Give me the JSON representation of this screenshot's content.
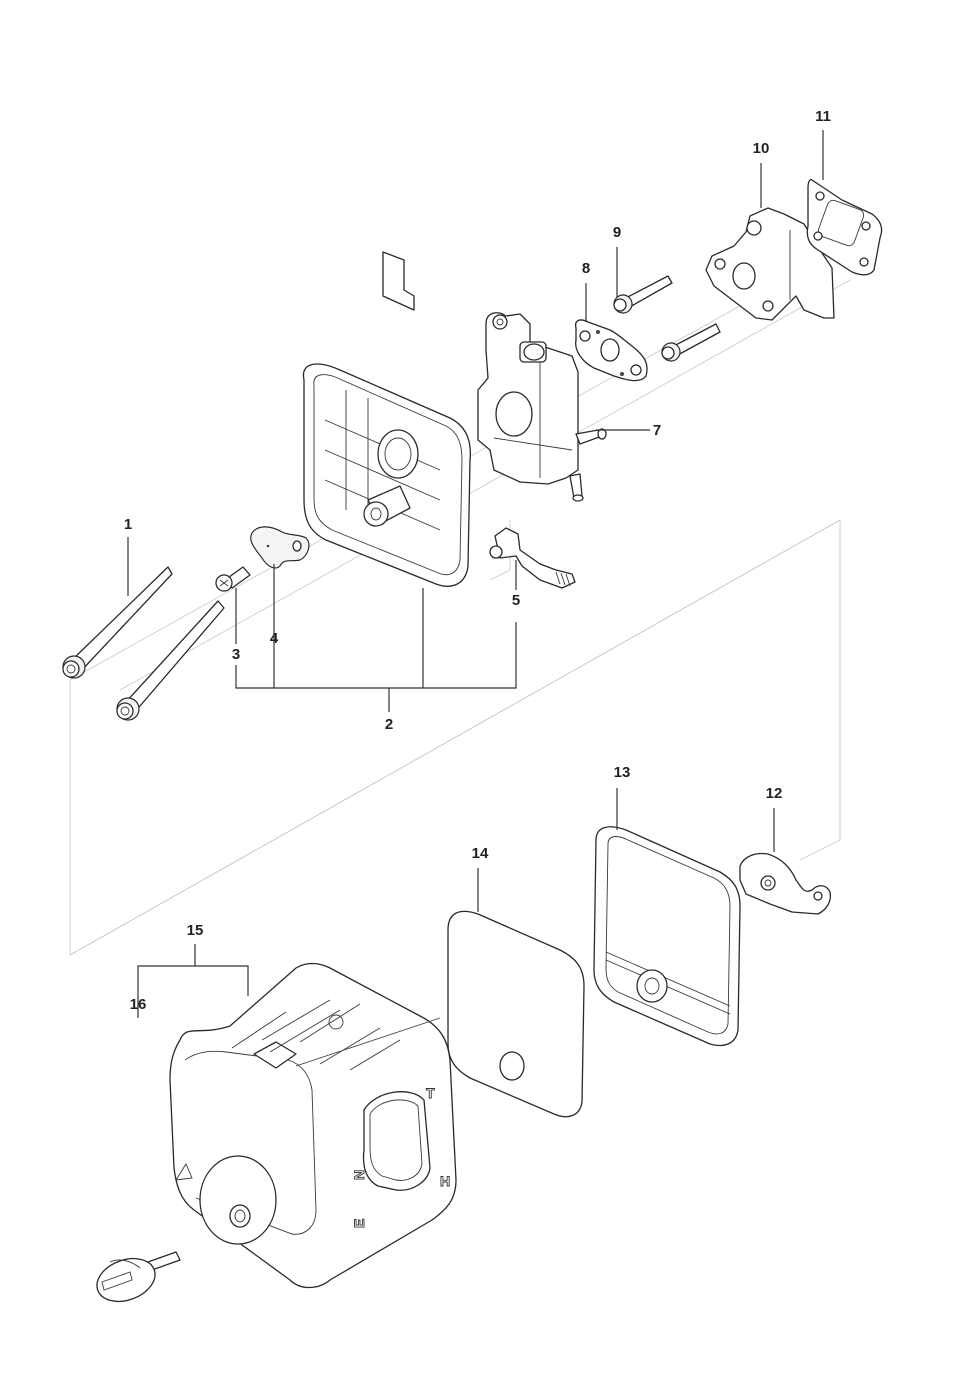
{
  "diagram": {
    "type": "exploded-parts-diagram",
    "subject": "Carburetor and air filter assembly",
    "callouts": [
      {
        "id": "1",
        "part": "long-screw"
      },
      {
        "id": "2",
        "part": "air-filter-base-assembly"
      },
      {
        "id": "3",
        "part": "small-screw"
      },
      {
        "id": "4",
        "part": "choke-plate"
      },
      {
        "id": "5",
        "part": "choke-lever"
      },
      {
        "id": "7",
        "part": "carburetor"
      },
      {
        "id": "8",
        "part": "carburetor-gasket"
      },
      {
        "id": "9",
        "part": "screw"
      },
      {
        "id": "10",
        "part": "intake-adapter"
      },
      {
        "id": "11",
        "part": "intake-gasket"
      },
      {
        "id": "12",
        "part": "bracket"
      },
      {
        "id": "13",
        "part": "filter-frame"
      },
      {
        "id": "14",
        "part": "foam-filter-element"
      },
      {
        "id": "15",
        "part": "air-filter-cover-assembly"
      },
      {
        "id": "16",
        "part": "cover-knob"
      }
    ],
    "cover_markings": {
      "top_letter": "T",
      "side_letter": "H",
      "choke_letter_n": "N",
      "choke_letter_e": "E"
    }
  }
}
